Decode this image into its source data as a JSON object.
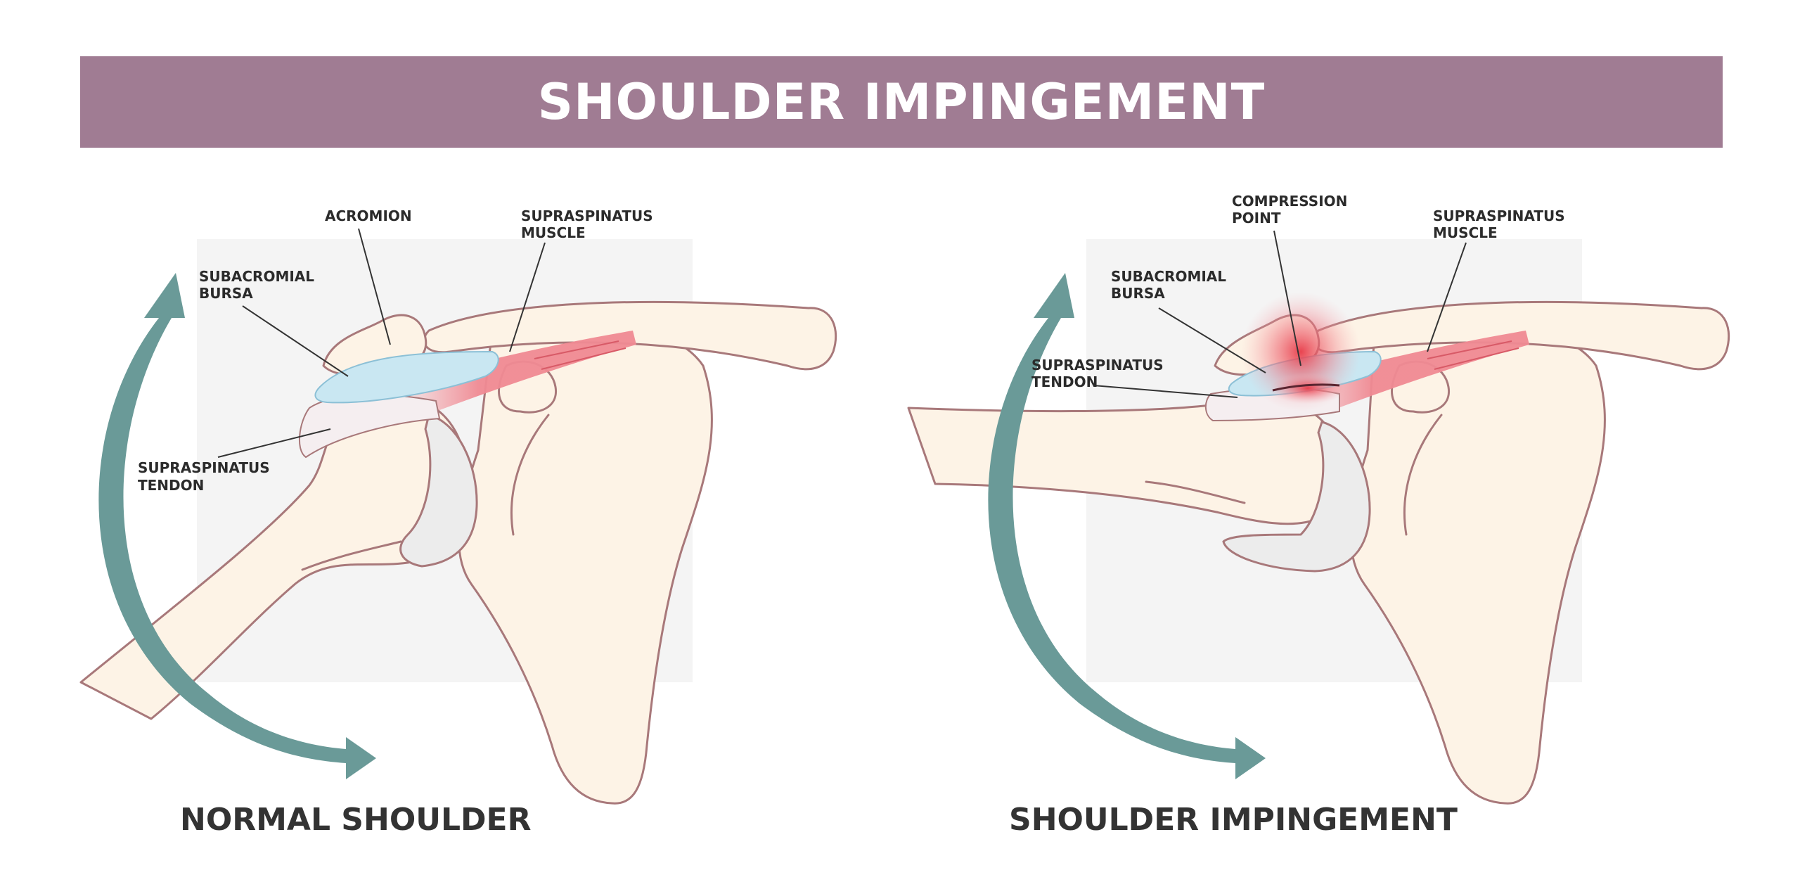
{
  "banner": {
    "title": "SHOULDER IMPINGEMENT",
    "color": "#a07c93"
  },
  "left_panel": {
    "caption": "NORMAL SHOULDER",
    "labels": {
      "acromion": "ACROMION",
      "supraspinatus_muscle_1": "SUPRASPINATUS",
      "supraspinatus_muscle_2": "MUSCLE",
      "subacromial_bursa_1": "SUBACROMIAL",
      "subacromial_bursa_2": "BURSA",
      "supraspinatus_tendon_1": "SUPRASPINATUS",
      "supraspinatus_tendon_2": "TENDON"
    }
  },
  "right_panel": {
    "caption": "SHOULDER IMPINGEMENT",
    "labels": {
      "compression_point_1": "COMPRESSION",
      "compression_point_2": "POINT",
      "supraspinatus_muscle_1": "SUPRASPINATUS",
      "supraspinatus_muscle_2": "MUSCLE",
      "subacromial_bursa_1": "SUBACROMIAL",
      "subacromial_bursa_2": "BURSA",
      "supraspinatus_tendon_1": "SUPRASPINATUS",
      "supraspinatus_tendon_2": "TENDON"
    }
  },
  "colors": {
    "bone": "#fdf3e6",
    "outline": "#a8787a",
    "bursa": "#c9e7f2",
    "muscle": "#f08a93",
    "arrow": "#6a9a98",
    "inflammation": "#e83a48",
    "backdrop": "#f4f4f4"
  }
}
